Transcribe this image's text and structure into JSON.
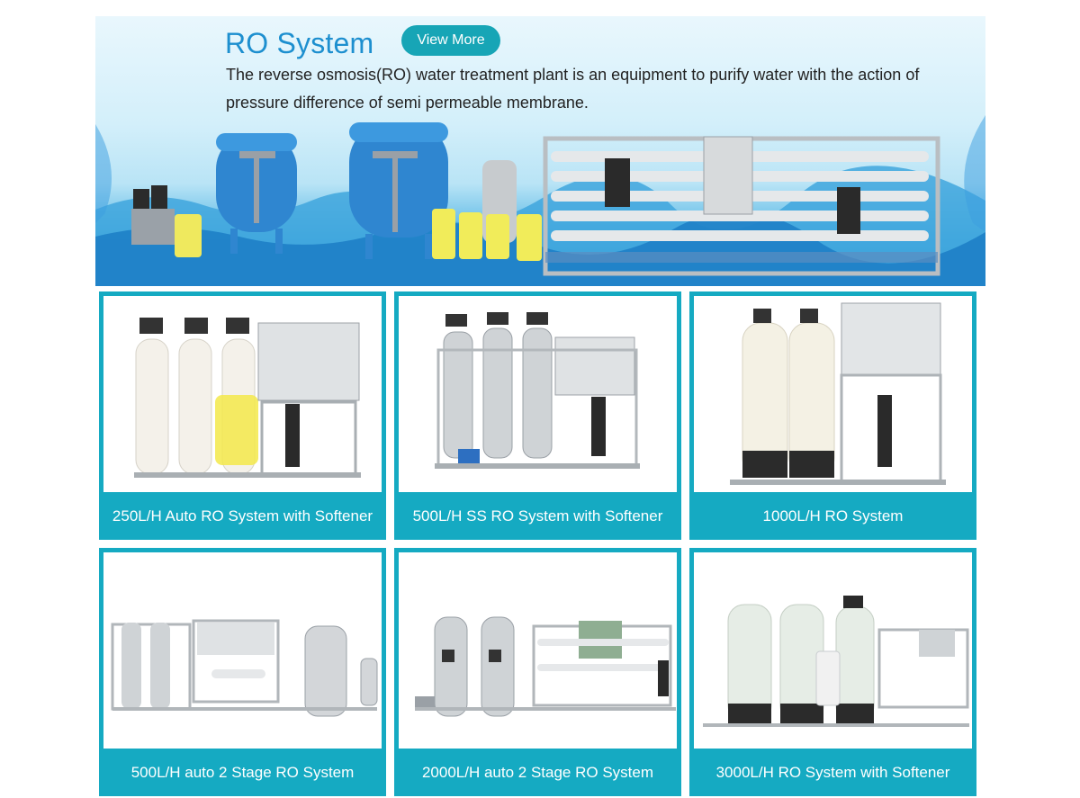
{
  "banner": {
    "title": "RO System",
    "button_label": "View More",
    "description": "The reverse osmosis(RO) water treatment plant is an equipment to purify water with the action of pressure difference of semi permeable membrane."
  },
  "products": [
    {
      "label": "250L/H Auto RO System with Softener"
    },
    {
      "label": "500L/H SS RO System with Softener"
    },
    {
      "label": "1000L/H RO System"
    },
    {
      "label": "500L/H auto 2 Stage RO System"
    },
    {
      "label": "2000L/H auto 2 Stage RO System"
    },
    {
      "label": "3000L/H RO System with Softener"
    }
  ],
  "colors": {
    "accent": "#15aac2",
    "title": "#1d8fcf",
    "button": "#17a5b6",
    "water": "#2d8fd0"
  }
}
